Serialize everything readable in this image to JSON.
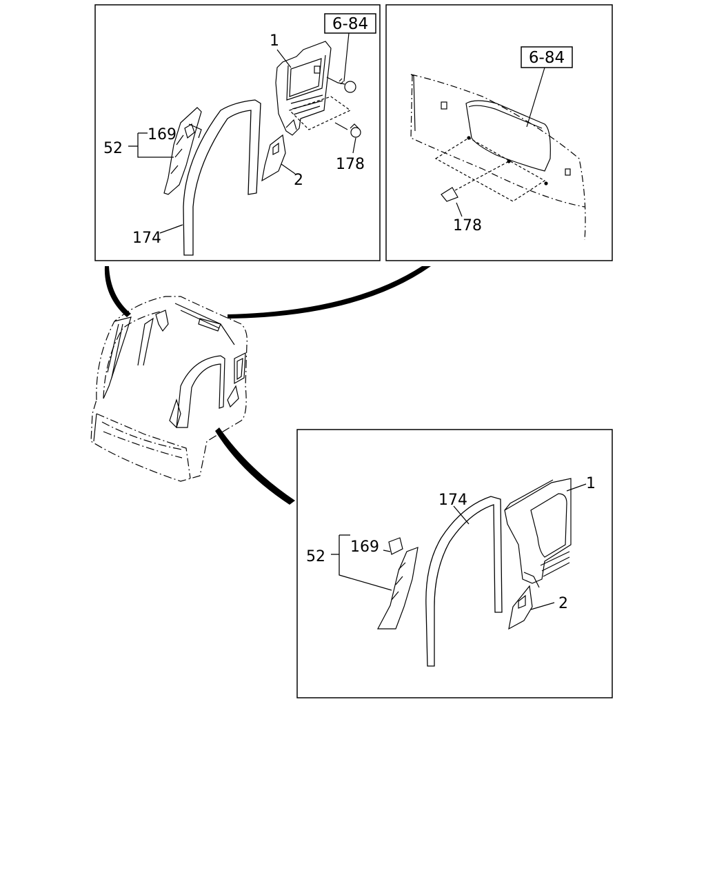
{
  "diagram": {
    "panel_top_left": {
      "ref_box": "6-84",
      "callouts": {
        "part_1": "1",
        "part_2": "2",
        "part_52": "52",
        "part_169": "169",
        "part_174": "174",
        "part_178": "178"
      }
    },
    "panel_top_right": {
      "ref_box": "6-84",
      "callouts": {
        "part_178": "178"
      }
    },
    "panel_bottom_right": {
      "callouts": {
        "part_1": "1",
        "part_2": "2",
        "part_52": "52",
        "part_169": "169",
        "part_174": "174"
      }
    }
  }
}
